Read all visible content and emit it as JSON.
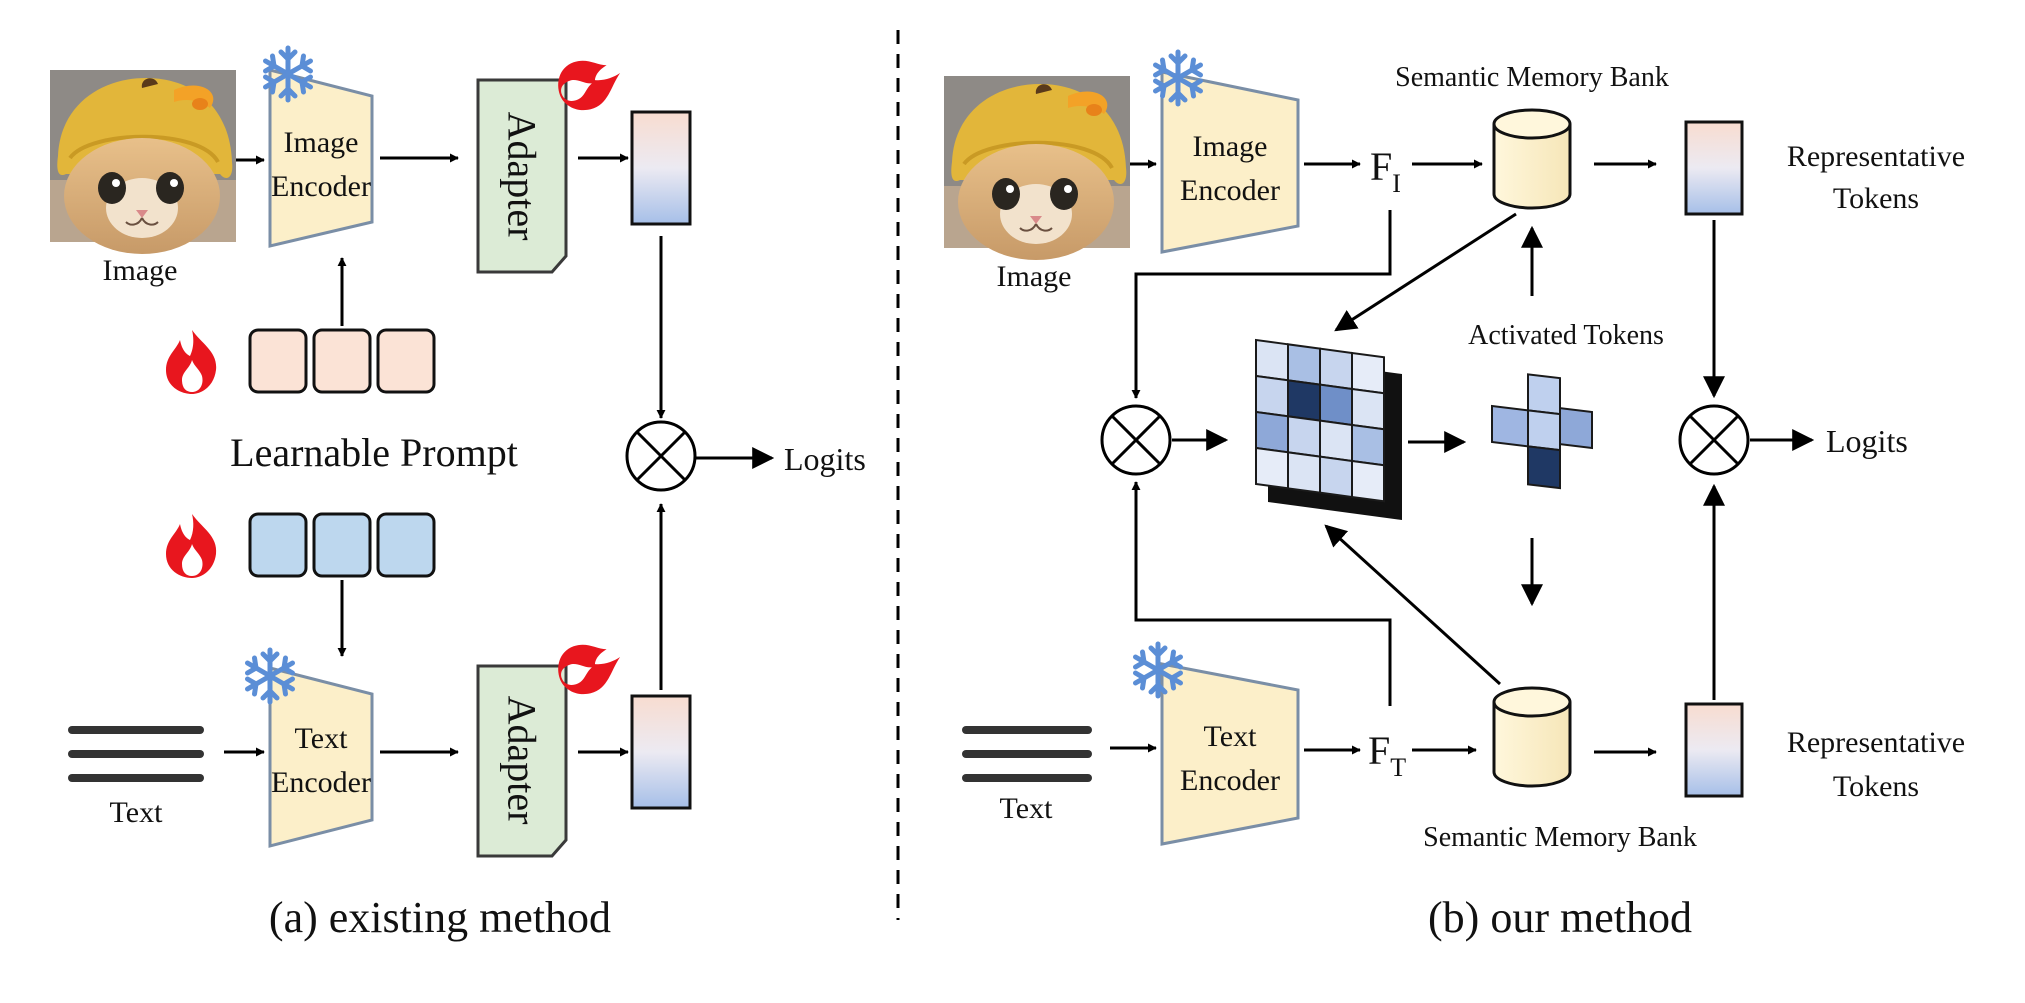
{
  "left": {
    "image_label": "Image",
    "image_encoder_line1": "Image",
    "image_encoder_line2": "Encoder",
    "adapter_label": "Adapter",
    "learnable_prompt": "Learnable Prompt",
    "logits": "Logits",
    "text_label": "Text",
    "text_encoder_line1": "Text",
    "text_encoder_line2": "Encoder",
    "caption": "(a) existing method"
  },
  "right": {
    "image_label": "Image",
    "image_encoder_line1": "Image",
    "image_encoder_line2": "Encoder",
    "fi_base": "F",
    "fi_sub": "I",
    "memory_bank_top": "Semantic Memory Bank",
    "rep_tokens_top_line1": "Representative",
    "rep_tokens_top_line2": "Tokens",
    "activated_tokens": "Activated Tokens",
    "logits": "Logits",
    "text_label": "Text",
    "text_encoder_line1": "Text",
    "text_encoder_line2": "Encoder",
    "ft_base": "F",
    "ft_sub": "T",
    "memory_bank_bottom": "Semantic Memory Bank",
    "rep_tokens_bottom_line1": "Representative",
    "rep_tokens_bottom_line2": "Tokens",
    "caption": "(b) our method"
  },
  "icons": {
    "frozen": "snowflake-icon",
    "trainable": "flame-icon",
    "multiply": "circled-times-icon"
  },
  "colors": {
    "encoder_fill": "#fcefc9",
    "adapter_fill": "#dcebd6",
    "prompt_orange": "#fbe3d6",
    "prompt_blue": "#bdd7ee",
    "flame_red": "#e8161e",
    "snow_blue": "#5b8ed6",
    "matrix_dark": "#1f3864"
  }
}
